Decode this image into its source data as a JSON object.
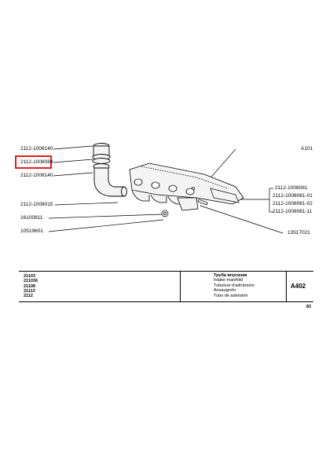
{
  "labels": {
    "l1": "2112-1008140",
    "l2": "2112-1008088",
    "l3": "2112-1008140",
    "l4": "2112-1008015",
    "l5": "16100811",
    "l6": "10519601",
    "r1": "A101",
    "r2": "2112-1008081",
    "r3": "2112-1008081-01",
    "r4": "2112-1008081-02",
    "r5": "2112-1008081-11",
    "r6": "13517021"
  },
  "table": {
    "models": [
      "21103",
      "211036",
      "21108",
      "21113",
      "2112"
    ],
    "names": [
      "Труба впускная",
      "Intake manifold",
      "Tubulure d'admission",
      "Ansaugrohr",
      "Tubo de admisión"
    ],
    "code": "A402"
  },
  "page_number": "83",
  "colors": {
    "highlight": "#e02020",
    "line": "#000000",
    "part_fill": "#f4f4f4"
  }
}
